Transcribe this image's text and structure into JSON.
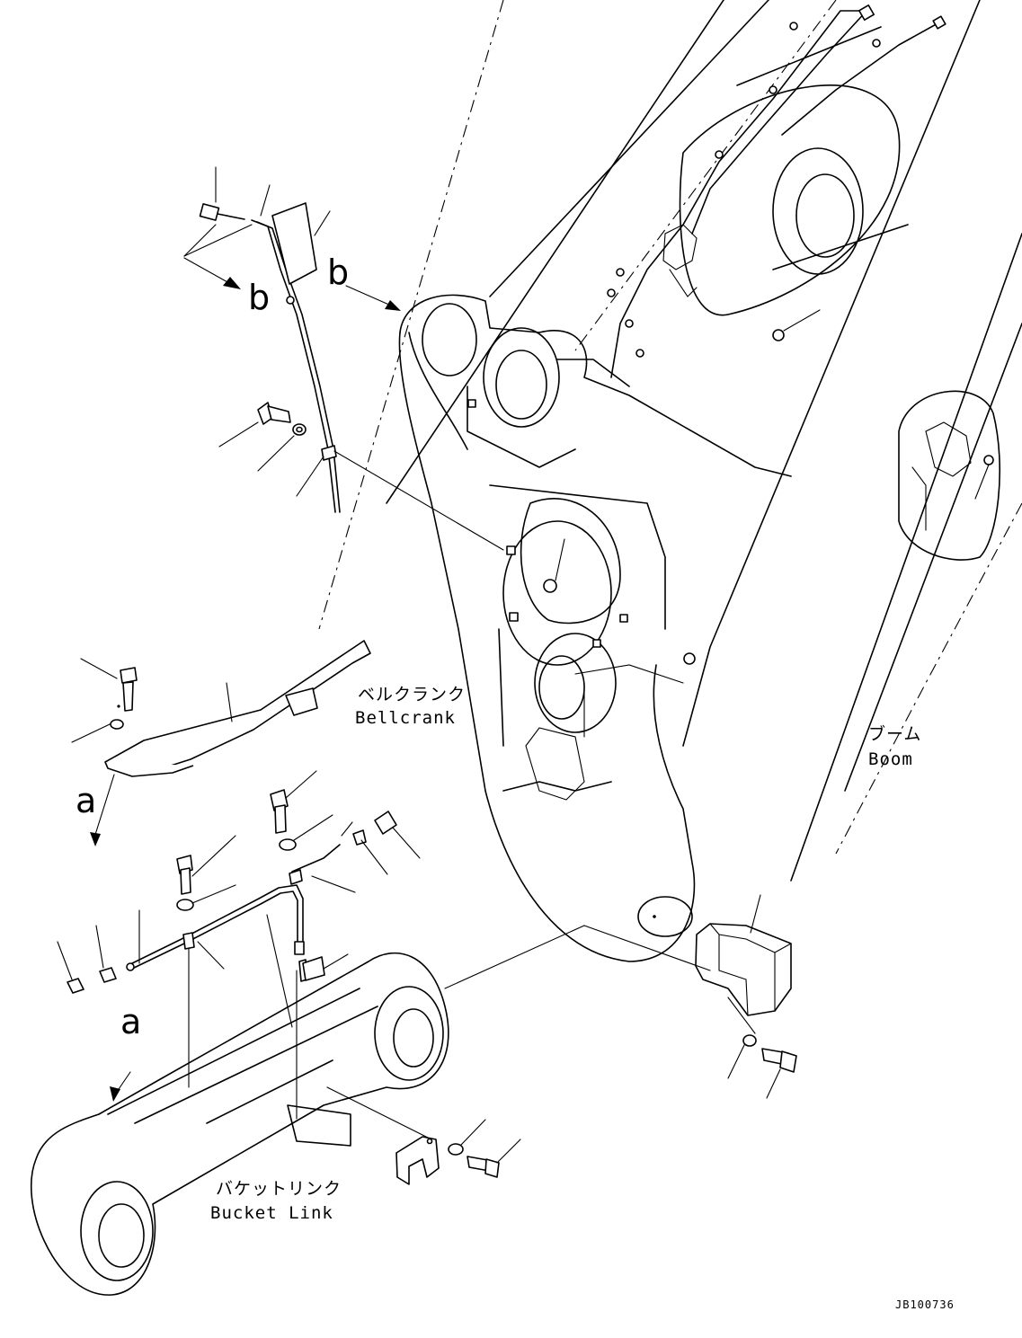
{
  "labels": {
    "bellcrank_jp": "ベルクランク",
    "bellcrank_en": "Bellcrank",
    "boom_jp": "ブーム",
    "boom_en": "Boom",
    "bucket_link_jp": "バケットリンク",
    "bucket_link_en": "Bucket Link"
  },
  "callouts": {
    "a_top": "a",
    "a_bottom": "a",
    "b_left": "b",
    "b_right": "b"
  },
  "drawing_code": "JB100736",
  "icons": {
    "bolt": "bolt-icon",
    "washer": "washer-icon",
    "nut": "nut-icon",
    "cap": "cap-icon"
  }
}
